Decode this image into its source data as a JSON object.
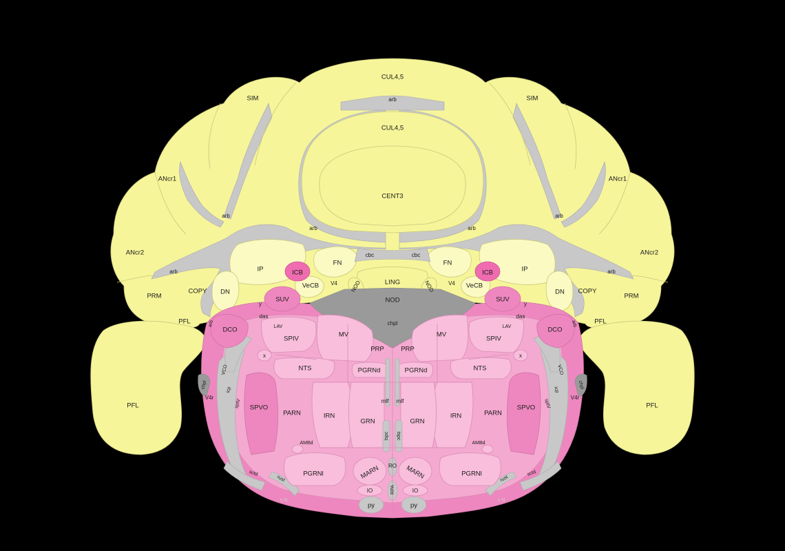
{
  "labels": {
    "cul_top": "CUL4,5",
    "arb": "arb",
    "cul_mid": "CUL4,5",
    "cent3": "CENT3",
    "sim": "SIM",
    "ancr1": "ANcr1",
    "ancr2": "ANcr2",
    "prm": "PRM",
    "copy": "COPY",
    "pfl": "PFL",
    "ip": "IP",
    "dn": "DN",
    "fn": "FN",
    "icb": "ICB",
    "vecb": "VeCB",
    "v4": "V4",
    "nod": "NOD",
    "ling": "LING",
    "cbc": "cbc",
    "chpl": "chpl",
    "suv": "SUV",
    "y": "y",
    "das": "das",
    "lav": "LAV",
    "dco": "DCO",
    "spiv": "SPIV",
    "mv": "MV",
    "prp": "PRP",
    "x": "x",
    "nts": "NTS",
    "pgrnd": "PGRNd",
    "vco": "VCO",
    "icp": "icp",
    "v4r": "V4r",
    "sptv": "sptV",
    "spvo": "SPVO",
    "parn": "PARN",
    "irn": "IRN",
    "grn": "GRN",
    "mlf": "mlf",
    "tspc": "tspc",
    "ambd": "AMBd",
    "marn": "MARN",
    "ro": "RO",
    "pgrnl": "PGRNl",
    "sctd": "sctd",
    "rust": "rust",
    "io": "IO",
    "rpa": "RPA",
    "py": "py",
    "sn_left": "s N",
    "sn_right": "s N"
  }
}
